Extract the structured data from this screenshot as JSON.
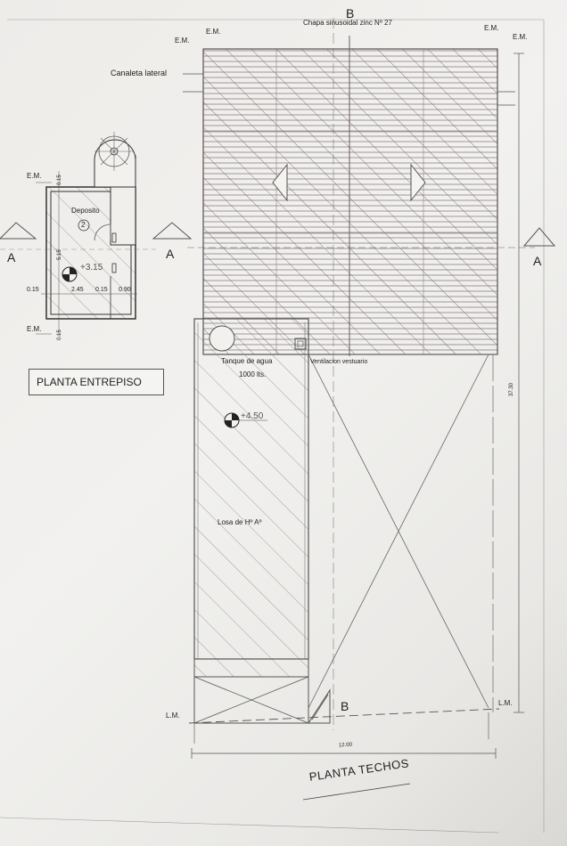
{
  "main_plan": {
    "title": "PLANTA TECHOS",
    "roof_material": "Chapa sinusoidal zinc Nº 27",
    "gutter": "Canaleta lateral",
    "water_tank": "Tanque de agua",
    "tank_capacity": "1000 lts.",
    "ventilation": "Ventilacion vestuario",
    "slab": "Losa de Hº Aº",
    "level": "+4.50",
    "em_labels": [
      "E.M.",
      "E.M.",
      "E.M.",
      "E.M."
    ],
    "lm_left": "L.M.",
    "lm_right": "L.M.",
    "section_a_left": "A",
    "section_a_right": "A",
    "section_b_top": "B",
    "section_b_bottom": "B",
    "width_dim": "12.00",
    "length_dim": "37.30"
  },
  "mezzanine_plan": {
    "title": "PLANTA ENTREPISO",
    "room_name": "Deposito",
    "room_number": "2",
    "level": "+3.15",
    "em_top": "E.M.",
    "em_bottom": "E.M.",
    "section_a_left": "A",
    "section_a_right": "A",
    "dims_horizontal": [
      "0.15",
      "2.45",
      "0.15",
      "0.90"
    ],
    "dims_vertical": [
      "0.15",
      "5.15",
      "0.15"
    ]
  }
}
